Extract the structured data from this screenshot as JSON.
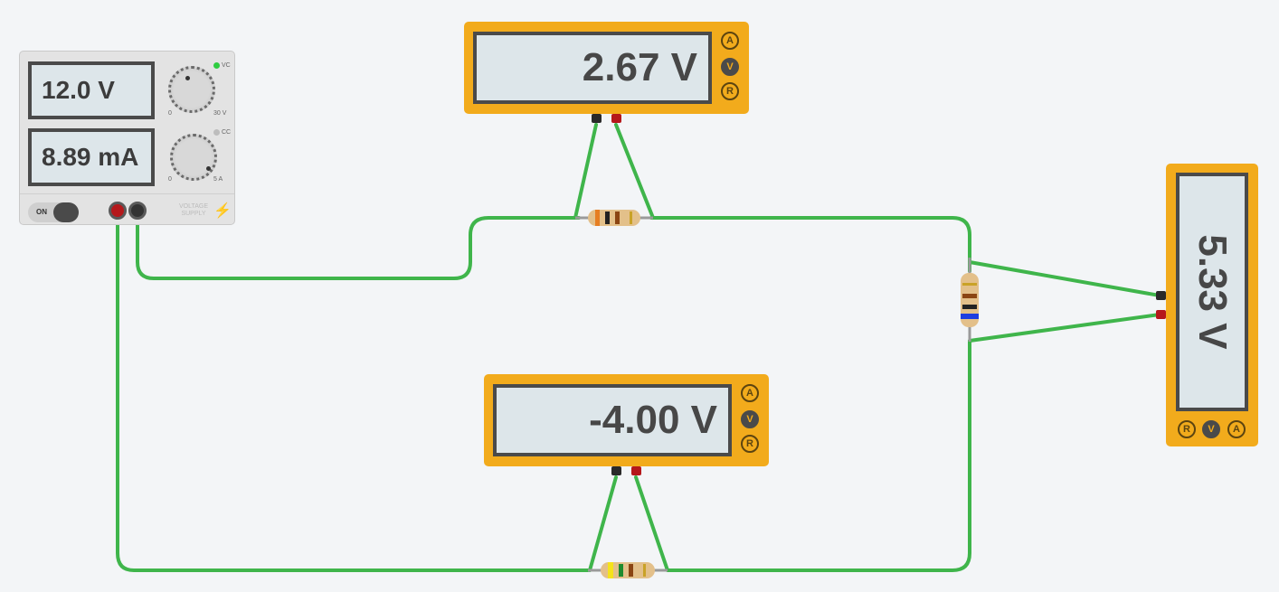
{
  "power_supply": {
    "voltage_display": "12.0 V",
    "current_display": "8.89 mA",
    "voltage_knob_min": "0",
    "voltage_knob_max": "30 V",
    "current_knob_min": "0",
    "current_knob_max": "5 A",
    "vc_label": "VC",
    "cc_label": "CC",
    "power_switch_label": "ON",
    "supply_label_line1": "VOLTAGE",
    "supply_label_line2": "SUPPLY",
    "vc_led_color": "#2ecc40",
    "cc_led_color": "#bdbdbd"
  },
  "multimeters": {
    "top": {
      "reading": "2.67 V",
      "modes": [
        "A",
        "V",
        "R"
      ],
      "active_mode": "V"
    },
    "bottom": {
      "reading": "-4.00 V",
      "modes": [
        "A",
        "V",
        "R"
      ],
      "active_mode": "V"
    },
    "right": {
      "reading": "5.33 V",
      "modes": [
        "R",
        "V",
        "A"
      ],
      "active_mode": "V"
    }
  },
  "colors": {
    "wire": "#3fb54b",
    "meter_body": "#f2ab1c",
    "probe_red": "#b5181b",
    "probe_black": "#2a2a2a",
    "resistor_body": "#e3c08a"
  },
  "resistors": [
    {
      "id": "top",
      "bands": [
        "#e67e22",
        "#222222",
        "#8b4513",
        "#c9a227"
      ]
    },
    {
      "id": "right",
      "bands": [
        "#8b4513",
        "#222222",
        "#1e3de0",
        "#c9a227"
      ]
    },
    {
      "id": "bottom",
      "bands": [
        "#f5e31b",
        "#1e8b2e",
        "#8b4513",
        "#c9a227"
      ]
    }
  ]
}
